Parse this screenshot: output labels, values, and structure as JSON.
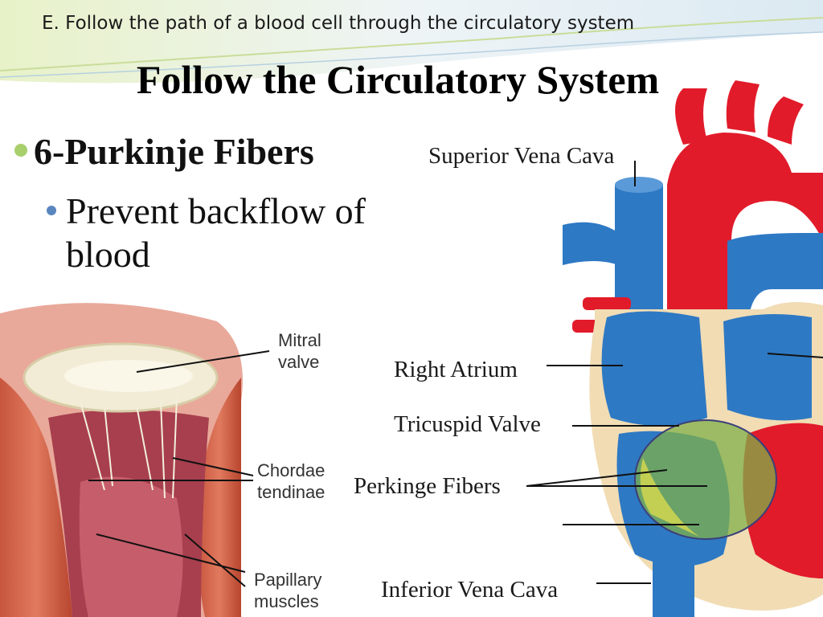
{
  "slide": {
    "subtitle": "E. Follow the path of a blood cell through the circulatory system",
    "title": "Follow the Circulatory System",
    "bullet1": "6-Purkinje Fibers",
    "bullet2_line1": "Prevent backflow of",
    "bullet2_line2": "blood"
  },
  "valve_diagram": {
    "label_mitral_1": "Mitral",
    "label_mitral_2": "valve",
    "label_chordae_1": "Chordae",
    "label_chordae_2": "tendinae",
    "label_papillary_1": "Papillary",
    "label_papillary_2": "muscles"
  },
  "heart_diagram": {
    "label_svc": "Superior Vena Cava",
    "label_ra": "Right Atrium",
    "label_tv": "Tricuspid Valve",
    "label_pf": "Perkinge Fibers",
    "label_ivc": "Inferior Vena Cava"
  },
  "colors": {
    "bullet1_dot": "#a8cf6b",
    "bullet2_dot": "#5a86c0",
    "artery_red": "#e11b2a",
    "vein_blue": "#2e79c4",
    "highlight_green": "#7fb04a"
  }
}
